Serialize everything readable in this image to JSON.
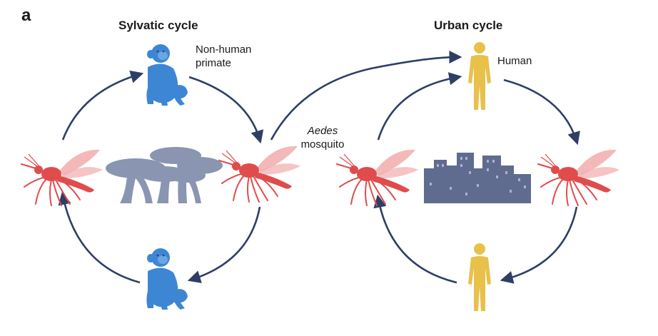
{
  "panel_letter": "a",
  "sylvatic": {
    "title": "Sylvatic cycle",
    "primate_label_line1": "Non-human",
    "primate_label_line2": "primate"
  },
  "urban": {
    "title": "Urban cycle",
    "human_label": "Human"
  },
  "mosquito": {
    "genus": "Aedes",
    "label": "mosquito"
  },
  "colors": {
    "arrow": "#2e3f66",
    "mosquito": "#e04c4c",
    "mosquito_wing": "#f3b0b0",
    "primate": "#3d86d4",
    "human": "#e8c14a",
    "tree": "#8a95b2",
    "city": "#5f6b8f"
  },
  "icons": [
    "mosquito-icon",
    "primate-icon",
    "tree-icon",
    "human-icon",
    "city-icon"
  ]
}
